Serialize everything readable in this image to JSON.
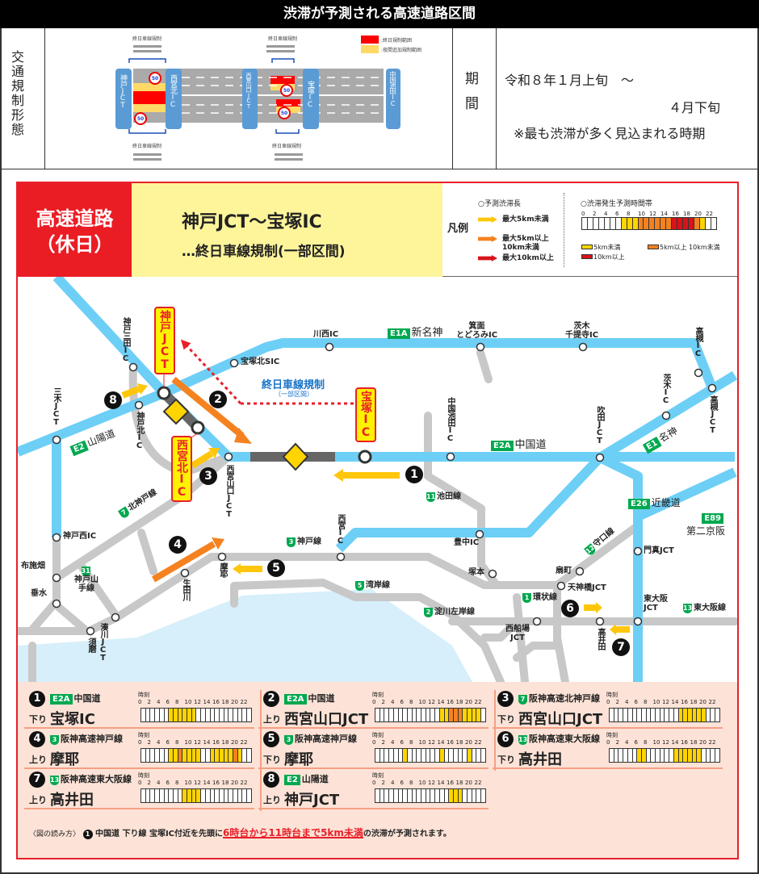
{
  "title": "渋滞が予測される高速道路区間",
  "regulation": {
    "label": "交通規制形態",
    "diagram": {
      "nodes": [
        "神戸JCT",
        "西宮北IC",
        "西宮山口JCT",
        "宝塚IC",
        "中国池田IC"
      ],
      "caption": "終日車線規制",
      "legend": [
        {
          "label": ":終日規制範囲",
          "color": "#ff0000"
        },
        {
          "label": ":夜間追加規制範囲",
          "color": "#ffd966"
        }
      ],
      "speed_sign": "50"
    }
  },
  "period": {
    "label": "期間",
    "line1": "令和８年１月上旬　～",
    "line2": "４月下旬",
    "note": "※最も渋滞が多く見込まれる時期"
  },
  "header": {
    "category_line1": "高速道路",
    "category_line2": "（休日）",
    "section": "神戸JCT～宝塚IC",
    "regulation": "…終日車線規制(一部区間)"
  },
  "legend": {
    "title": "凡例",
    "length_title": "○予測渋滞長",
    "lengths": [
      {
        "label": "最大5km未満",
        "color": "#ffc60b"
      },
      {
        "label": "最大5km以上\n10km未満",
        "color": "#f58220"
      },
      {
        "label": "最大10km以上",
        "color": "#d7141a"
      }
    ],
    "time_title": "○渋滞発生予測時間帯",
    "example_levels": [
      0,
      0,
      0,
      0,
      0,
      0,
      0,
      1,
      1,
      1,
      2,
      2,
      2,
      2,
      2,
      2,
      3,
      3,
      3,
      3,
      2,
      1,
      0,
      0
    ],
    "level_labels": [
      {
        "label": "5km未満",
        "color": "#ffd400"
      },
      {
        "label": "5km以上 10km未満",
        "color": "#f58220"
      },
      {
        "label": "10km以上",
        "color": "#d7141a"
      }
    ]
  },
  "ticks": [
    "0",
    "2",
    "4",
    "6",
    "8",
    "10",
    "12",
    "14",
    "16",
    "18",
    "20",
    "22"
  ],
  "time_label": "時刻",
  "map": {
    "restriction_label": "終日車線規制",
    "restriction_sub": "（一部区間）",
    "boxes": {
      "kobe_jct": "神戸JCT",
      "takarazuka_ic": "宝塚IC",
      "nishinomiyakita_ic": "西宮北IC"
    },
    "routes": {
      "e1a": {
        "code": "E1A",
        "name": "新名神"
      },
      "e2a": {
        "code": "E2A",
        "name": "中国道"
      },
      "e1": {
        "code": "E1",
        "name": "名神"
      },
      "e2": {
        "code": "E2",
        "name": "山陽道"
      },
      "e26": {
        "code": "E26",
        "name": "近畿道"
      },
      "e89": {
        "code": "E89",
        "name": "第二京阪"
      },
      "h7": {
        "code": "7",
        "name": "北神戸線"
      },
      "h31": {
        "code": "31",
        "name": "神戸山手線"
      },
      "h3": {
        "code": "3",
        "name": "神戸線"
      },
      "h5": {
        "code": "5",
        "name": "湾岸線"
      },
      "h11": {
        "code": "11",
        "name": "池田線"
      },
      "h12": {
        "code": "12",
        "name": "守口線"
      },
      "h1": {
        "code": "1",
        "name": "環状線"
      },
      "h2": {
        "code": "2",
        "name": "淀川左岸線"
      },
      "h13": {
        "code": "13",
        "name": "東大阪線"
      }
    },
    "places": {
      "kobesanda": "神戸三田IC",
      "takarazukakita": "宝塚北SIC",
      "kawanishi": "川西IC",
      "mino": "箕面\nとどろみIC",
      "ibarakisen": "茨木\n千提寺IC",
      "takatsuki_ic": "高槻IC",
      "takatsuki_jct": "高槻JCT",
      "ibaraki": "茨木IC",
      "suita": "吹田JCT",
      "ikeda": "中国池田IC",
      "kobekita": "神戸北IC",
      "miki": "三木JCT",
      "nyamaguchi": "西宮山口JCT",
      "kobenishi": "神戸西IC",
      "fusehata": "布施畑",
      "tarumi": "垂水",
      "suma": "須磨",
      "minatogawa": "湊川JCT",
      "ikutagawa": "生田川",
      "maya": "摩耶",
      "nishinomiya": "西宮IC",
      "toyonaka": "豊中IC",
      "tsukamoto": "塚本",
      "ogimachi": "扇町",
      "tenjinbashi": "天神橋JCT",
      "kadoma": "門真JCT",
      "higashiosaka": "東大阪JCT",
      "nishisenba": "西船場\nJCT",
      "takaida": "高井田"
    },
    "markers": [
      "1",
      "2",
      "3",
      "4",
      "5",
      "6",
      "7",
      "8"
    ]
  },
  "items": [
    {
      "num": "1",
      "route_code": "E2A",
      "route_type": "nexco",
      "route": "中国道",
      "dir": "下り",
      "place": "宝塚IC",
      "levels": [
        0,
        0,
        0,
        0,
        0,
        0,
        1,
        1,
        1,
        1,
        1,
        1,
        0,
        0,
        0,
        0,
        0,
        0,
        0,
        0,
        0,
        0,
        0,
        0
      ]
    },
    {
      "num": "2",
      "route_code": "E2A",
      "route_type": "nexco",
      "route": "中国道",
      "dir": "上り",
      "place": "西宮山口JCT",
      "levels": [
        0,
        0,
        0,
        0,
        0,
        0,
        0,
        0,
        0,
        0,
        0,
        0,
        0,
        0,
        1,
        1,
        2,
        2,
        2,
        1,
        1,
        1,
        1,
        0
      ]
    },
    {
      "num": "3",
      "route_code": "7",
      "route_type": "hanshin",
      "route": "阪神高速北神戸線",
      "dir": "下り",
      "place": "西宮山口JCT",
      "levels": [
        0,
        0,
        0,
        0,
        0,
        0,
        0,
        0,
        0,
        0,
        0,
        0,
        0,
        0,
        0,
        1,
        1,
        1,
        1,
        1,
        1,
        0,
        0,
        0
      ]
    },
    {
      "num": "4",
      "route_code": "3",
      "route_type": "hanshin",
      "route": "阪神高速神戸線",
      "dir": "上り",
      "place": "摩耶",
      "levels": [
        0,
        0,
        0,
        0,
        0,
        0,
        1,
        1,
        2,
        1,
        1,
        1,
        1,
        0,
        0,
        1,
        1,
        1,
        1,
        1,
        2,
        1,
        0,
        0
      ]
    },
    {
      "num": "5",
      "route_code": "3",
      "route_type": "hanshin",
      "route": "阪神高速神戸線",
      "dir": "下り",
      "place": "摩耶",
      "levels": [
        0,
        0,
        0,
        0,
        0,
        0,
        1,
        0,
        0,
        0,
        0,
        0,
        0,
        0,
        1,
        0,
        0,
        0,
        0,
        0,
        1,
        0,
        0,
        0
      ]
    },
    {
      "num": "6",
      "route_code": "13",
      "route_type": "hanshin",
      "route": "阪神高速東大阪線",
      "dir": "下り",
      "place": "高井田",
      "levels": [
        0,
        0,
        0,
        0,
        0,
        0,
        1,
        1,
        0,
        0,
        0,
        0,
        0,
        0,
        1,
        1,
        1,
        1,
        1,
        1,
        0,
        0,
        0,
        0
      ]
    },
    {
      "num": "7",
      "route_code": "13",
      "route_type": "hanshin",
      "route": "阪神高速東大阪線",
      "dir": "上り",
      "place": "高井田",
      "levels": [
        0,
        0,
        0,
        0,
        0,
        0,
        0,
        0,
        0,
        1,
        1,
        1,
        1,
        0,
        0,
        0,
        0,
        0,
        0,
        0,
        0,
        0,
        0,
        0
      ]
    },
    {
      "num": "8",
      "route_code": "E2",
      "route_type": "nexco",
      "route": "山陽道",
      "dir": "上り",
      "place": "神戸JCT",
      "levels": [
        0,
        0,
        0,
        0,
        0,
        0,
        0,
        0,
        0,
        0,
        0,
        0,
        0,
        0,
        0,
        0,
        1,
        1,
        1,
        0,
        0,
        0,
        0,
        0
      ]
    }
  ],
  "note": {
    "prefix": "〈図の読み方〉",
    "num": "1",
    "text1": "中国道 下り線 宝塚IC付近を先頭に",
    "highlight": "6時台から11時台まで5km未満",
    "text2": "の渋滞が予測されます。"
  },
  "colors": {
    "expressway": "#6dcff6",
    "hanshin": "#c8c8c8",
    "water": "#d6effa",
    "level1": "#ffd400",
    "level2": "#f58220",
    "level3": "#d7141a",
    "frame": "#e8202a",
    "panel": "#fde3d7"
  }
}
